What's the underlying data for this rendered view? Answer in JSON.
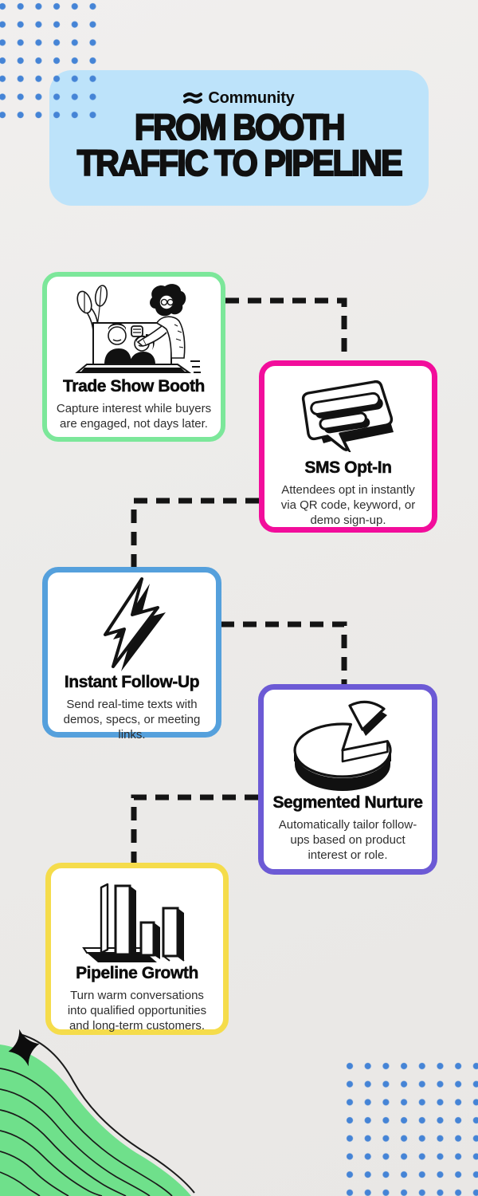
{
  "brand": {
    "name": "Community",
    "logo_icon": "community-flag-icon"
  },
  "header": {
    "title_line1": "FROM BOOTH",
    "title_line2": "TRAFFIC TO PIPELINE"
  },
  "cards": [
    {
      "id": "trade-show-booth",
      "title": "Trade Show Booth",
      "description": "Capture interest while buyers are engaged, not days later.",
      "accent": "#7ce79a",
      "icon": "trade-show-booth-illustration"
    },
    {
      "id": "sms-opt-in",
      "title": "SMS Opt-In",
      "description": "Attendees opt in instantly via QR code, keyword, or demo sign-up.",
      "accent": "#f20d9b",
      "icon": "chat-bubble-icon"
    },
    {
      "id": "instant-follow-up",
      "title": "Instant Follow-Up",
      "description": "Send real-time texts with demos, specs, or meeting links.",
      "accent": "#55a0dc",
      "icon": "lightning-bolt-icon"
    },
    {
      "id": "segmented-nurture",
      "title": "Segmented Nurture",
      "description": "Automatically tailor follow-ups based on product interest or role.",
      "accent": "#6c5ad5",
      "icon": "pie-chart-icon"
    },
    {
      "id": "pipeline-growth",
      "title": "Pipeline Growth",
      "description": "Turn warm conversations into qualified opportunities and long-term customers.",
      "accent": "#f5dc4b",
      "icon": "bar-chart-icon"
    }
  ],
  "colors": {
    "background": "#ecebe9",
    "header_fill": "#bde3fa",
    "dot_blue": "#4584d6",
    "connector_black": "#141414",
    "wave_green": "#6fe08b",
    "ink": "#101010"
  }
}
